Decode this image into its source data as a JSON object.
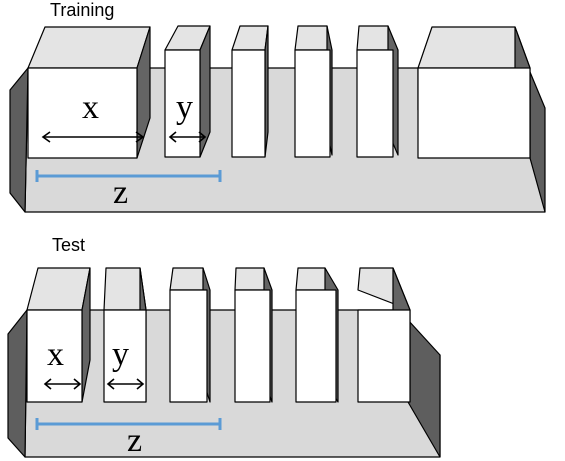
{
  "training": {
    "title": "Training",
    "label_x": "x",
    "label_y": "y",
    "label_z": "z"
  },
  "test": {
    "title": "Test",
    "label_x": "x",
    "label_y": "y",
    "label_z": "z"
  },
  "colors": {
    "floor": "#d9d9d9",
    "wall": "#5e5e5e",
    "block_front": "#ffffff",
    "block_top": "#e4e4e4",
    "block_side": "#646464",
    "z_measure": "#5b9bd5"
  }
}
